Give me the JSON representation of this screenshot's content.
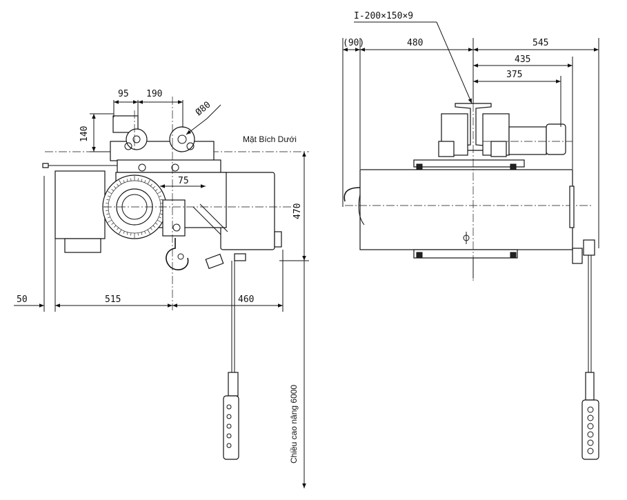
{
  "labels": {
    "beam_spec": "I-200×150×9",
    "flange_label": "Mặt Bích Dưới",
    "lift_height": "Chiều cao nâng 6000"
  },
  "dimensions": {
    "d95": "95",
    "d190": "190",
    "d140": "140",
    "d80": "Ø80",
    "d75": "75",
    "d470": "470",
    "d50": "50",
    "d515": "515",
    "d460": "460",
    "d90": "(90)",
    "d480": "480",
    "d545": "545",
    "d435": "435",
    "d375": "375"
  }
}
